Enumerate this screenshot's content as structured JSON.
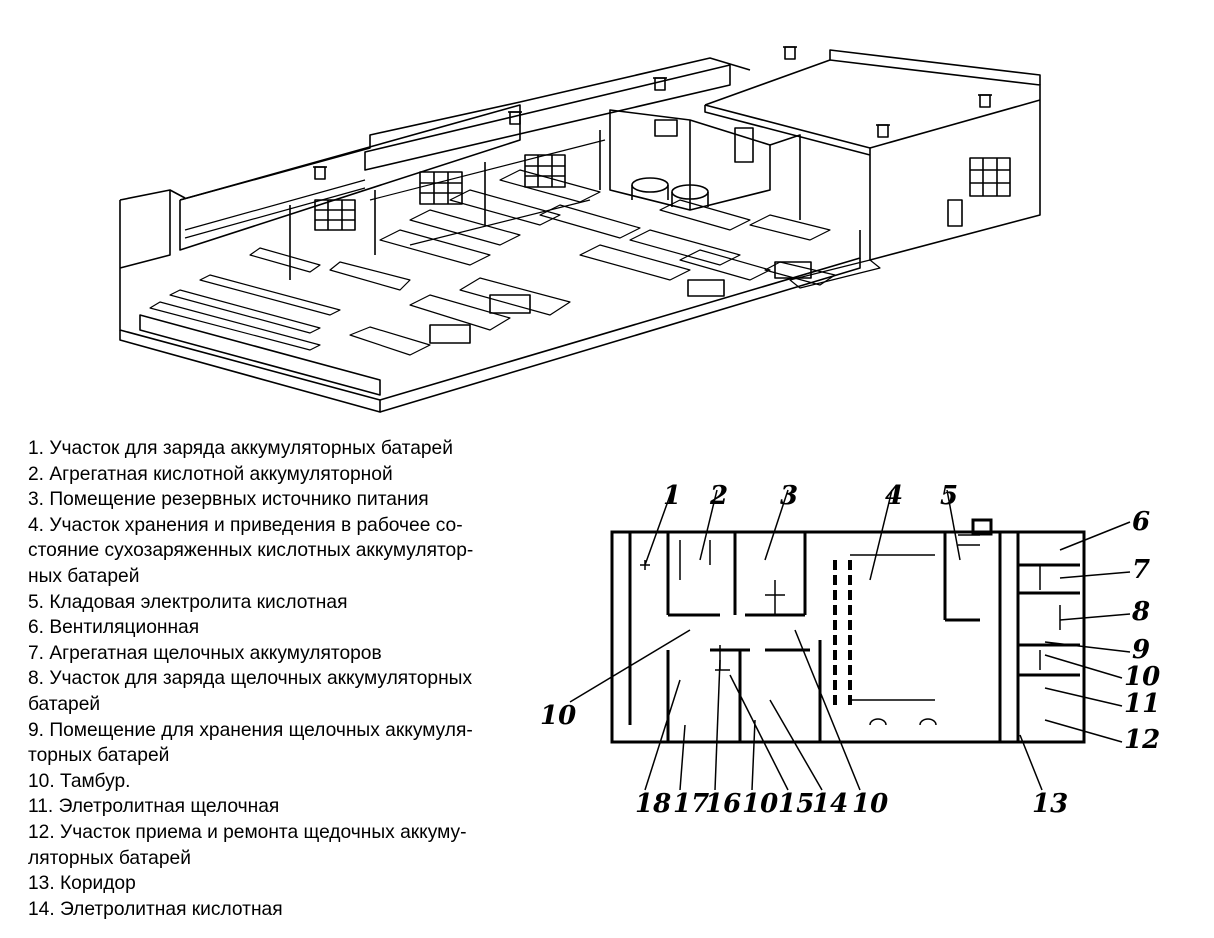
{
  "legend": {
    "items": [
      {
        "id": "1",
        "text": "1. Участок для заряда аккумуляторных батарей"
      },
      {
        "id": "2",
        "text": "2. Агрегатная кислотной аккумуляторной"
      },
      {
        "id": "3",
        "text": "3. Помещение резервных источнико питания"
      },
      {
        "id": "4",
        "text": "4. Участок хранения и приведения в рабочее со-",
        "cont": [
          "стояние сухозаряженных кислотных аккумулятор-",
          "ных батарей"
        ]
      },
      {
        "id": "5",
        "text": "5. Кладовая электролита кислотная"
      },
      {
        "id": "6",
        "text": "6. Вентиляционная"
      },
      {
        "id": "7",
        "text": "7. Агрегатная щелочных аккумуляторов"
      },
      {
        "id": "8",
        "text": "8. Участок для заряда щелочных аккумуляторных",
        "cont": [
          "батарей"
        ]
      },
      {
        "id": "9",
        "text": "9. Помещение для хранения щелочных аккумуля-",
        "cont": [
          "торных батарей"
        ]
      },
      {
        "id": "10",
        "text": "10. Тамбур."
      },
      {
        "id": "11",
        "text": "11. Элетролитная щелочная"
      },
      {
        "id": "12",
        "text": "12. Участок приема и ремонта щедочных аккуму-",
        "cont": [
          "ляторных батарей"
        ]
      },
      {
        "id": "13",
        "text": "13. Коридор"
      },
      {
        "id": "14",
        "text": "14. Элетролитная кислотная"
      }
    ]
  },
  "plan": {
    "top_labels": [
      "1",
      "2",
      "3",
      "4",
      "5"
    ],
    "right_labels": [
      "6",
      "7",
      "8",
      "9",
      "10",
      "11",
      "12"
    ],
    "bottom_labels": [
      "18",
      "17",
      "16",
      "10",
      "15",
      "14",
      "10",
      "13"
    ],
    "left_label": "10"
  }
}
